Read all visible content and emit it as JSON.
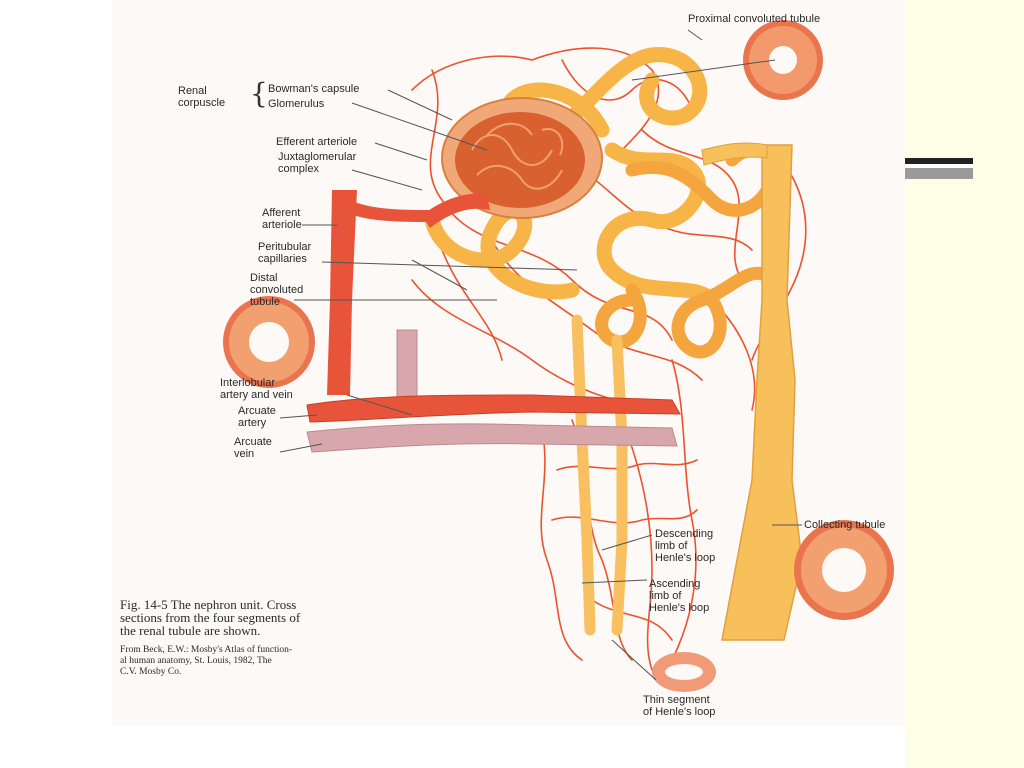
{
  "labels": {
    "renal_corpuscle": "Renal\ncorpuscle",
    "bowmans_capsule": "Bowman's capsule",
    "glomerulus": "Glomerulus",
    "efferent_arteriole": "Efferent arteriole",
    "juxtaglomerular_complex": "Juxtaglomerular\ncomplex",
    "afferent_arteriole": "Afferent\narteriole",
    "peritubular_capillaries": "Peritubular\ncapillaries",
    "distal_convoluted_tubule": "Distal\nconvoluted\ntubule",
    "interlobular_artery_vein": "Interlobular\nartery and vein",
    "arcuate_artery": "Arcuate\nartery",
    "arcuate_vein": "Arcuate\nvein",
    "proximal_convoluted_tubule": "Proximal convoluted tubule",
    "collecting_tubule": "Collecting tubule",
    "descending_limb": "Descending\nlimb of\nHenle's loop",
    "ascending_limb": "Ascending\nlimb of\nHenle's loop",
    "thin_segment": "Thin segment\nof Henle's loop"
  },
  "caption": {
    "title": "Fig. 14-5 The nephron unit. Cross\nsections from the four segments of\nthe renal tubule are shown.",
    "source": "From Beck, E.W.: Mosby's Atlas of function-\nal human anatomy, St. Louis, 1982, The\nC.V. Mosby Co."
  },
  "colors": {
    "artery": "#e8543a",
    "vein": "#d7a7ac",
    "tubule": "#f7b548",
    "capillary": "#e9542f",
    "side_panel": "#fefde6"
  }
}
